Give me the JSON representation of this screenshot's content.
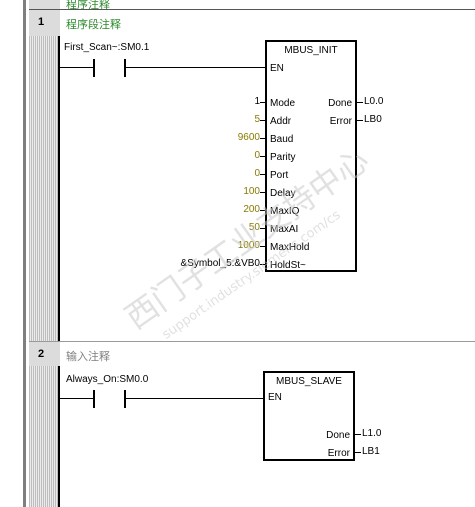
{
  "top_comment": "程序注释",
  "networks": [
    {
      "number": "1",
      "comment": "程序段注释",
      "contact_label": "First_Scan~:SM0.1",
      "block": {
        "title": "MBUS_INIT",
        "en": "EN",
        "inputs": [
          {
            "value": "1",
            "pin": "Mode"
          },
          {
            "value": "5",
            "pin": "Addr"
          },
          {
            "value": "9600",
            "pin": "Baud"
          },
          {
            "value": "0",
            "pin": "Parity"
          },
          {
            "value": "0",
            "pin": "Port"
          },
          {
            "value": "100",
            "pin": "Delay"
          },
          {
            "value": "200",
            "pin": "MaxIQ"
          },
          {
            "value": "50",
            "pin": "MaxAI"
          },
          {
            "value": "1000",
            "pin": "MaxHold"
          },
          {
            "value": "&Symbol_5:&VB0",
            "pin": "HoldSt~"
          }
        ],
        "outputs": [
          {
            "pin": "Done",
            "value": "L0.0"
          },
          {
            "pin": "Error",
            "value": "LB0"
          }
        ]
      }
    },
    {
      "number": "2",
      "comment": "输入注释",
      "contact_label": "Always_On:SM0.0",
      "block": {
        "title": "MBUS_SLAVE",
        "en": "EN",
        "outputs": [
          {
            "pin": "Done",
            "value": "L1.0"
          },
          {
            "pin": "Error",
            "value": "LB1"
          }
        ]
      }
    }
  ],
  "watermark": {
    "text_cn": "西门子工业支持中心",
    "text_url": "support.industry.siemens.com/cs"
  },
  "colors": {
    "comment_green": "#2d8a2d",
    "value_olive": "#8a7a00",
    "rail": "#000000"
  }
}
